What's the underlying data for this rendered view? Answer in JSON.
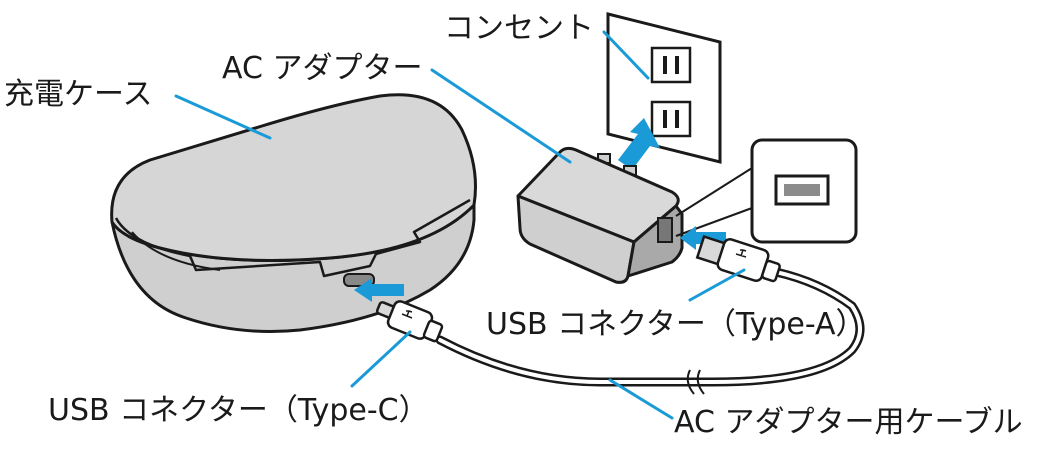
{
  "labels": {
    "outlet": "コンセント",
    "ac_adapter": "AC アダプター",
    "charging_case": "充電ケース",
    "usb_type_a": "USB コネクター（Type-A）",
    "usb_type_c": "USB コネクター（Type-C）",
    "adapter_cable": "AC アダプター用ケーブル"
  },
  "colors": {
    "accent_blue": "#1a9ad6",
    "device_gray": "#cfcfcf",
    "device_dark": "#a9a9a9",
    "outline": "#1a1a1a"
  }
}
